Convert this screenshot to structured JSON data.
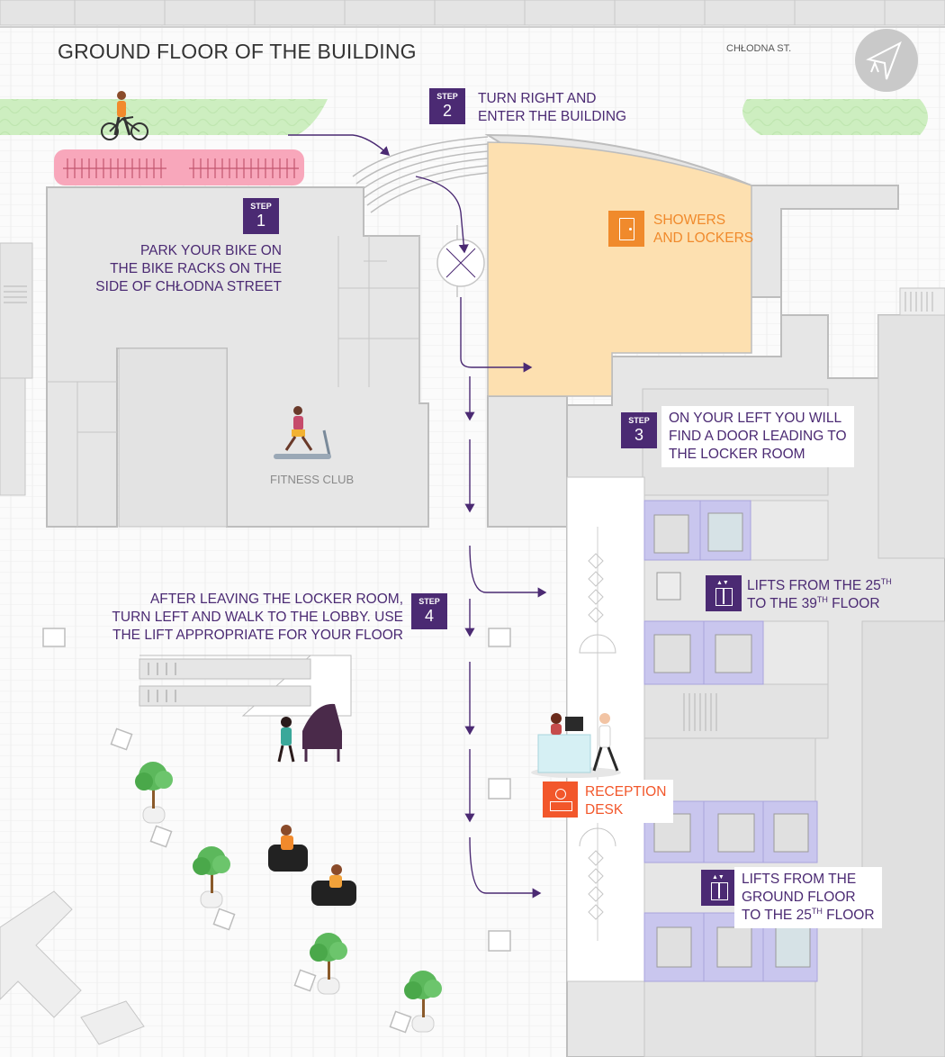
{
  "title": "GROUND FLOOR OF THE BUILDING",
  "street": "CHŁODNA ST.",
  "compass_icon": "compass-north-icon",
  "step_word": "STEP",
  "steps": [
    {
      "num": "1",
      "lines": [
        "PARK YOUR BIKE ON",
        "THE BIKE RACKS ON THE",
        "SIDE OF CHŁODNA STREET"
      ]
    },
    {
      "num": "2",
      "lines": [
        "TURN RIGHT AND",
        "ENTER THE BUILDING"
      ]
    },
    {
      "num": "3",
      "lines": [
        "ON YOUR LEFT YOU WILL",
        "FIND A DOOR LEADING TO",
        "THE LOCKER ROOM"
      ]
    },
    {
      "num": "4",
      "lines": [
        "AFTER LEAVING THE LOCKER ROOM,",
        "TURN LEFT AND WALK TO THE LOBBY. USE",
        "THE LIFT APPROPRIATE FOR YOUR FLOOR"
      ]
    }
  ],
  "showers": [
    "SHOWERS",
    "AND LOCKERS"
  ],
  "fitness": "FITNESS CLUB",
  "lifts_upper": {
    "l1a": "LIFTS FROM THE 25",
    "l1sup": "TH",
    "l2a": "TO THE 39",
    "l2sup": "TH",
    "l2b": " FLOOR"
  },
  "lifts_lower": {
    "l1": "LIFTS FROM THE",
    "l2": "GROUND FLOOR",
    "l3a": "TO THE 25",
    "l3sup": "TH",
    "l3b": " FLOOR"
  },
  "reception": [
    "RECEPTION",
    "DESK"
  ],
  "colors": {
    "accent": "#4b2a73",
    "orange": "#f08a2c",
    "reception": "#f2572b",
    "building": "#e6e6e6",
    "wall": "#bdbdbd",
    "locker_room": "#fde0b0",
    "lift": "#c9c6ee",
    "bike_rack": "#f59db2",
    "green": "#cdeec0"
  }
}
